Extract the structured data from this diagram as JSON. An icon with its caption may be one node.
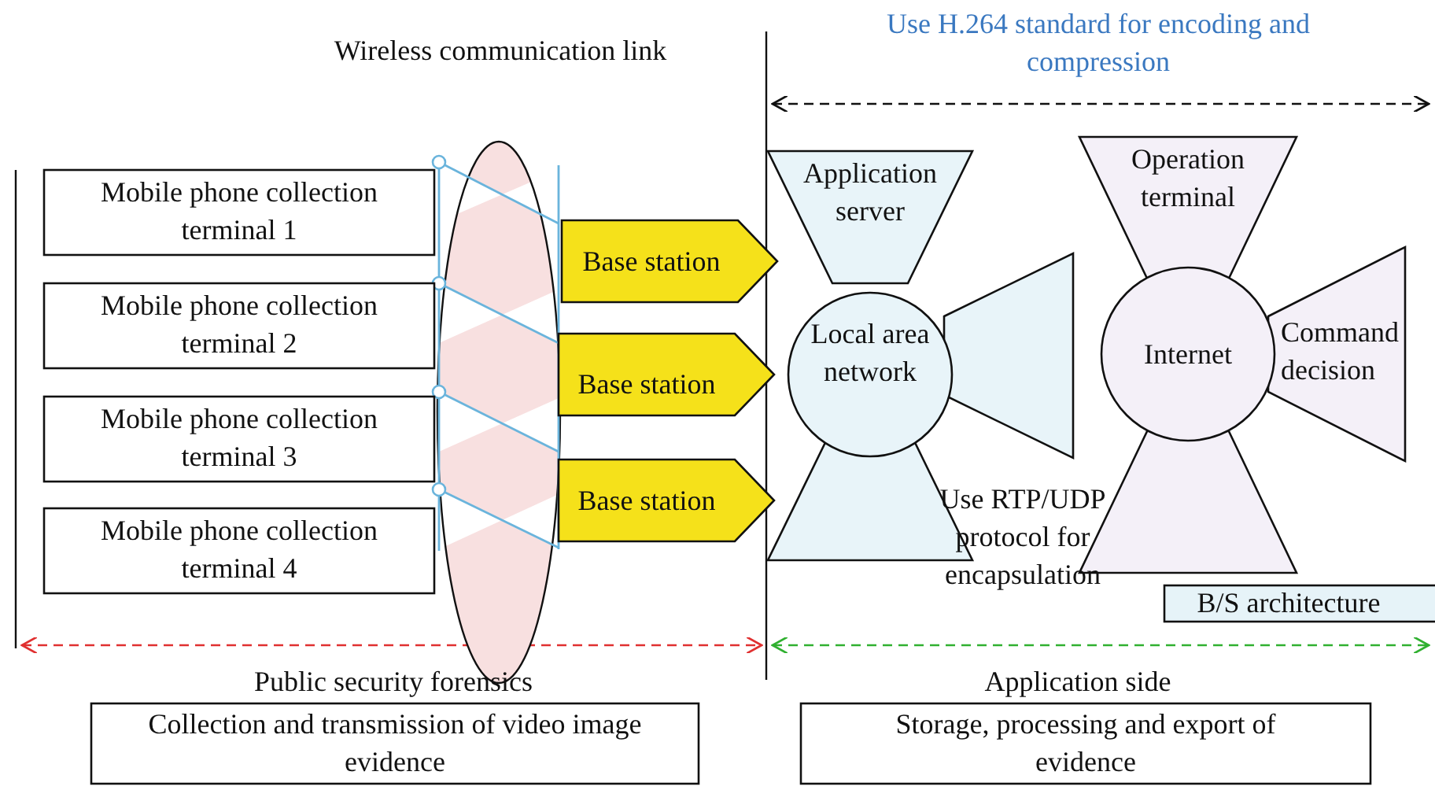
{
  "diagram": {
    "nodes": [
      {
        "text": [
          "Wireless communication link"
        ]
      },
      {
        "text": [
          "Mobile phone collection terminal 1"
        ]
      },
      {
        "text": [
          "Mobile phone collection terminal 2"
        ]
      },
      {
        "text": [
          "Mobile phone collection terminal 3"
        ]
      },
      {
        "text": [
          "Mobile phone collection terminal 4"
        ]
      },
      {
        "text": [
          "Base station"
        ]
      },
      {
        "text": [
          "Base station"
        ]
      },
      {
        "text": [
          "Base station"
        ]
      },
      {
        "text": [
          "Application server"
        ]
      },
      {
        "text": [
          "Local area network"
        ]
      },
      {
        "text": [],
        "shape": "trapezoid"
      },
      {
        "text": [],
        "shape": "trapezoid"
      },
      {
        "text": [
          "Operation terminal"
        ]
      },
      {
        "text": [
          "Internet"
        ]
      },
      {
        "text": [
          "Command decision"
        ]
      },
      {
        "text": [],
        "shape": "trapezoid"
      },
      {
        "text": [
          "B/S architecture"
        ]
      },
      {
        "text": [
          "Collection and transmission of video image evidence"
        ]
      },
      {
        "text": [
          "Storage, processing and export of evidence"
        ]
      }
    ],
    "labels": [
      "Use H.264 standard for encoding and compression",
      "Use RTP/UDP protocol for encapsulation",
      "Public security forensics",
      "Application side"
    ]
  }
}
